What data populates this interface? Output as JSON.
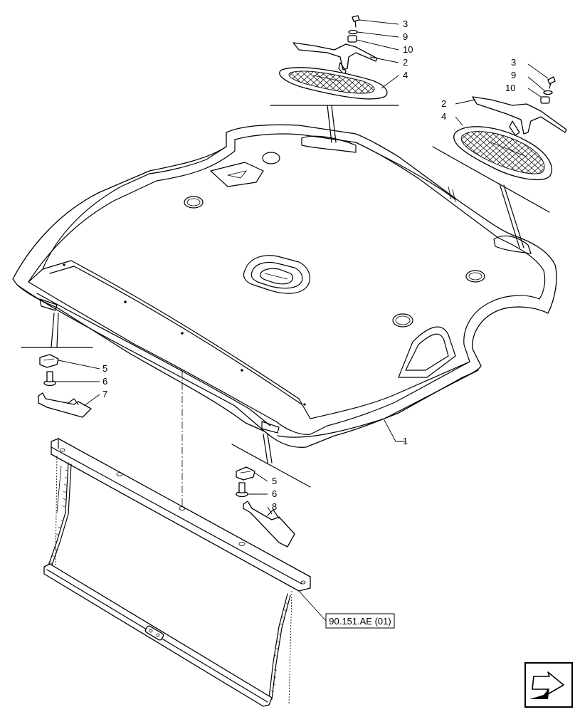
{
  "callouts": {
    "top_grille": [
      "3",
      "9",
      "10",
      "2",
      "4"
    ],
    "right_grille": [
      "3",
      "9",
      "10",
      "2",
      "4"
    ],
    "main_panel": "1",
    "left_bracket": [
      "5",
      "6",
      "7"
    ],
    "right_bracket": [
      "5",
      "6",
      "8"
    ]
  },
  "reference_box": "90.151.AE (01)",
  "nav_icon": "next-page-arrow-icon"
}
